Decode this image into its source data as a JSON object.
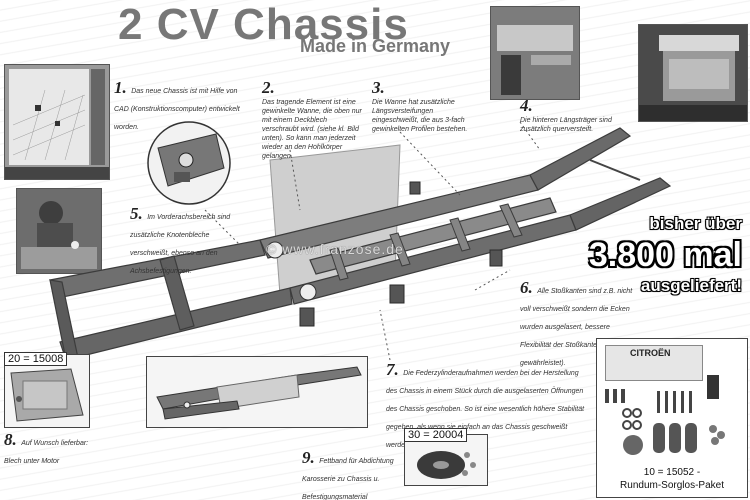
{
  "header": {
    "title": "2 CV Chassis",
    "subtitle": "Made in Germany"
  },
  "steps": [
    {
      "num": "1.",
      "text": "Das neue Chassis ist mit Hilfe von CAD (Konstruktionscomputer) entwickelt worden."
    },
    {
      "num": "2.",
      "text": "Das tragende Element ist eine gewinkelte Wanne, die oben nur mit einem Deckblech verschraubt wird. (siehe kl. Bild unten). So kann man jederzeit wieder an den Hohlkörper gelangen."
    },
    {
      "num": "3.",
      "text": "Die Wanne hat zusätzliche Längsversteifungen eingeschweißt, die aus 3-fach gewinkelten Profilen bestehen."
    },
    {
      "num": "4.",
      "text": "Die hinteren Längsträger sind zusätzlich querversteift."
    },
    {
      "num": "5.",
      "text": "Im Vorderachsbereich sind zusätzliche Knotenbleche verschweißt, ebenso an den Achsbefestigungen."
    },
    {
      "num": "6.",
      "text": "Alle Stoßkanten sind z.B. nicht voll verschweißt sondern die Ecken wurden ausgelasert, bessere Flexibilität der Stoßkante ist so gewährleistet)."
    },
    {
      "num": "7.",
      "text": "Die Federzylinderaufnahmen werden bei der Herstellung des Chassis in einem Stück durch die ausgelaserten Öffnungen des Chassis geschoben. So ist eine wesentlich höhere Stabilität gegeben, als wenn sie einfach an das Chassis geschweißt werden."
    },
    {
      "num": "8.",
      "text": "Auf Wunsch lieferbar: Blech unter Motor"
    },
    {
      "num": "9.",
      "text": "Fettband für Abdichtung Karosserie zu Chassis u. Befestigungsmaterial"
    }
  ],
  "promo": {
    "line1": "bisher über",
    "line2": "3.800 mal",
    "line3": "ausgeliefert!"
  },
  "watermark": "© www.franzose.de",
  "insets": {
    "plate_label": "20 = 15008",
    "grease_label": "30 = 20004",
    "kit_brand": "CITROËN",
    "kit_caption_1": "10 = 15052 -",
    "kit_caption_2": "Rundum-Sorglos-Paket"
  },
  "colors": {
    "title": "#777777",
    "frame": "#6f6f6f",
    "frame_dark": "#4a4a4a"
  }
}
